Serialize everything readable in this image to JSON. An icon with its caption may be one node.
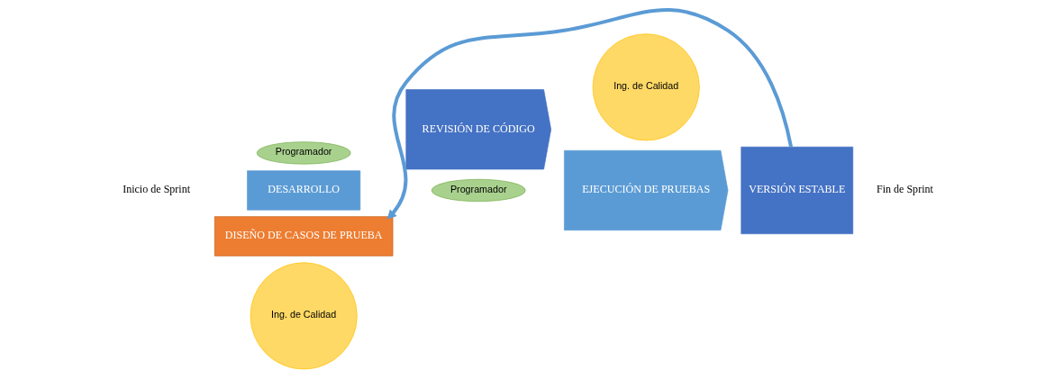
{
  "diagram": {
    "nodes": [
      {
        "text": [
          "Programador"
        ]
      },
      {
        "text": [
          "DESARROLLO"
        ]
      },
      {
        "text": [
          "DISEÑO DE CASOS DE PRUEBA"
        ]
      },
      {
        "text": [
          "Ing. de Calidad"
        ]
      },
      {
        "text": [
          "REVISIÓN DE CÓDIGO"
        ]
      },
      {
        "text": [
          "Programador"
        ]
      },
      {
        "text": [
          "Ing. de Calidad"
        ]
      },
      {
        "text": [
          "EJECUCIÓN DE PRUEBAS"
        ]
      },
      {
        "text": [
          "VERSIÓN ESTABLE"
        ]
      }
    ],
    "edges": [
      {
        "from": 8,
        "to": 2,
        "arrow": "to"
      }
    ],
    "labels": [
      "Inicio de Sprint",
      "Fin de Sprint"
    ]
  }
}
